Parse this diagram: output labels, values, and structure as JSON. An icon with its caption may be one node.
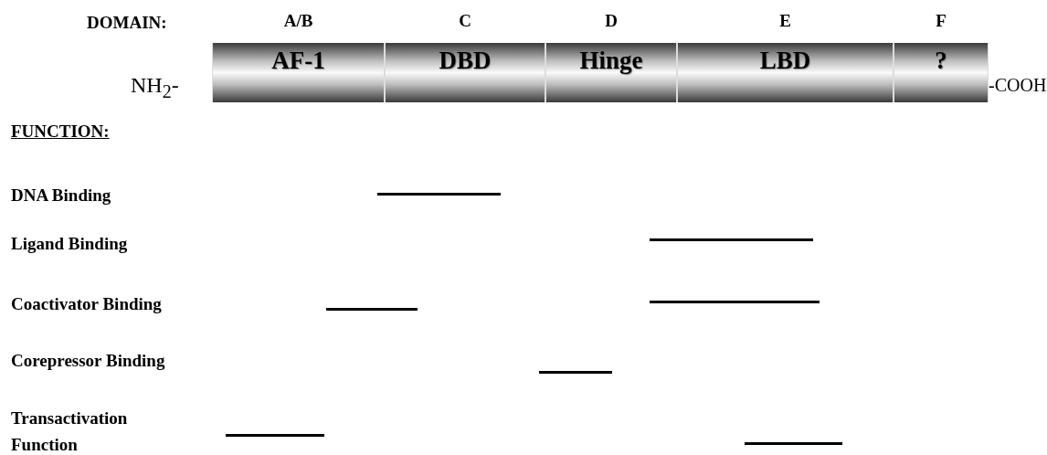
{
  "diagram": {
    "nodes": [
      {
        "text": [
          "AF-1"
        ],
        "beside": [
          "A/B"
        ]
      },
      {
        "text": [
          "DBD"
        ],
        "beside": [
          "C"
        ]
      },
      {
        "text": [
          "Hinge"
        ],
        "beside": [
          "D"
        ]
      },
      {
        "text": [
          "LBD"
        ],
        "beside": [
          "E"
        ]
      },
      {
        "text": [
          "?"
        ],
        "beside": [
          "F"
        ]
      },
      {
        "text": [],
        "shape": "bar"
      },
      {
        "text": [],
        "shape": "bar"
      },
      {
        "text": [],
        "shape": "bar"
      },
      {
        "text": [],
        "shape": "bar"
      },
      {
        "text": [],
        "shape": "bar"
      },
      {
        "text": [],
        "shape": "bar"
      },
      {
        "text": [],
        "shape": "bar"
      }
    ],
    "edges": [],
    "labels": [
      "DOMAIN:",
      "NH$_{2}$-",
      "-COOH",
      "FUNCTION:",
      "DNA Binding",
      "Ligand Binding",
      "Coactivator Binding",
      "Corepressor Binding",
      "Transactivation Function"
    ]
  }
}
